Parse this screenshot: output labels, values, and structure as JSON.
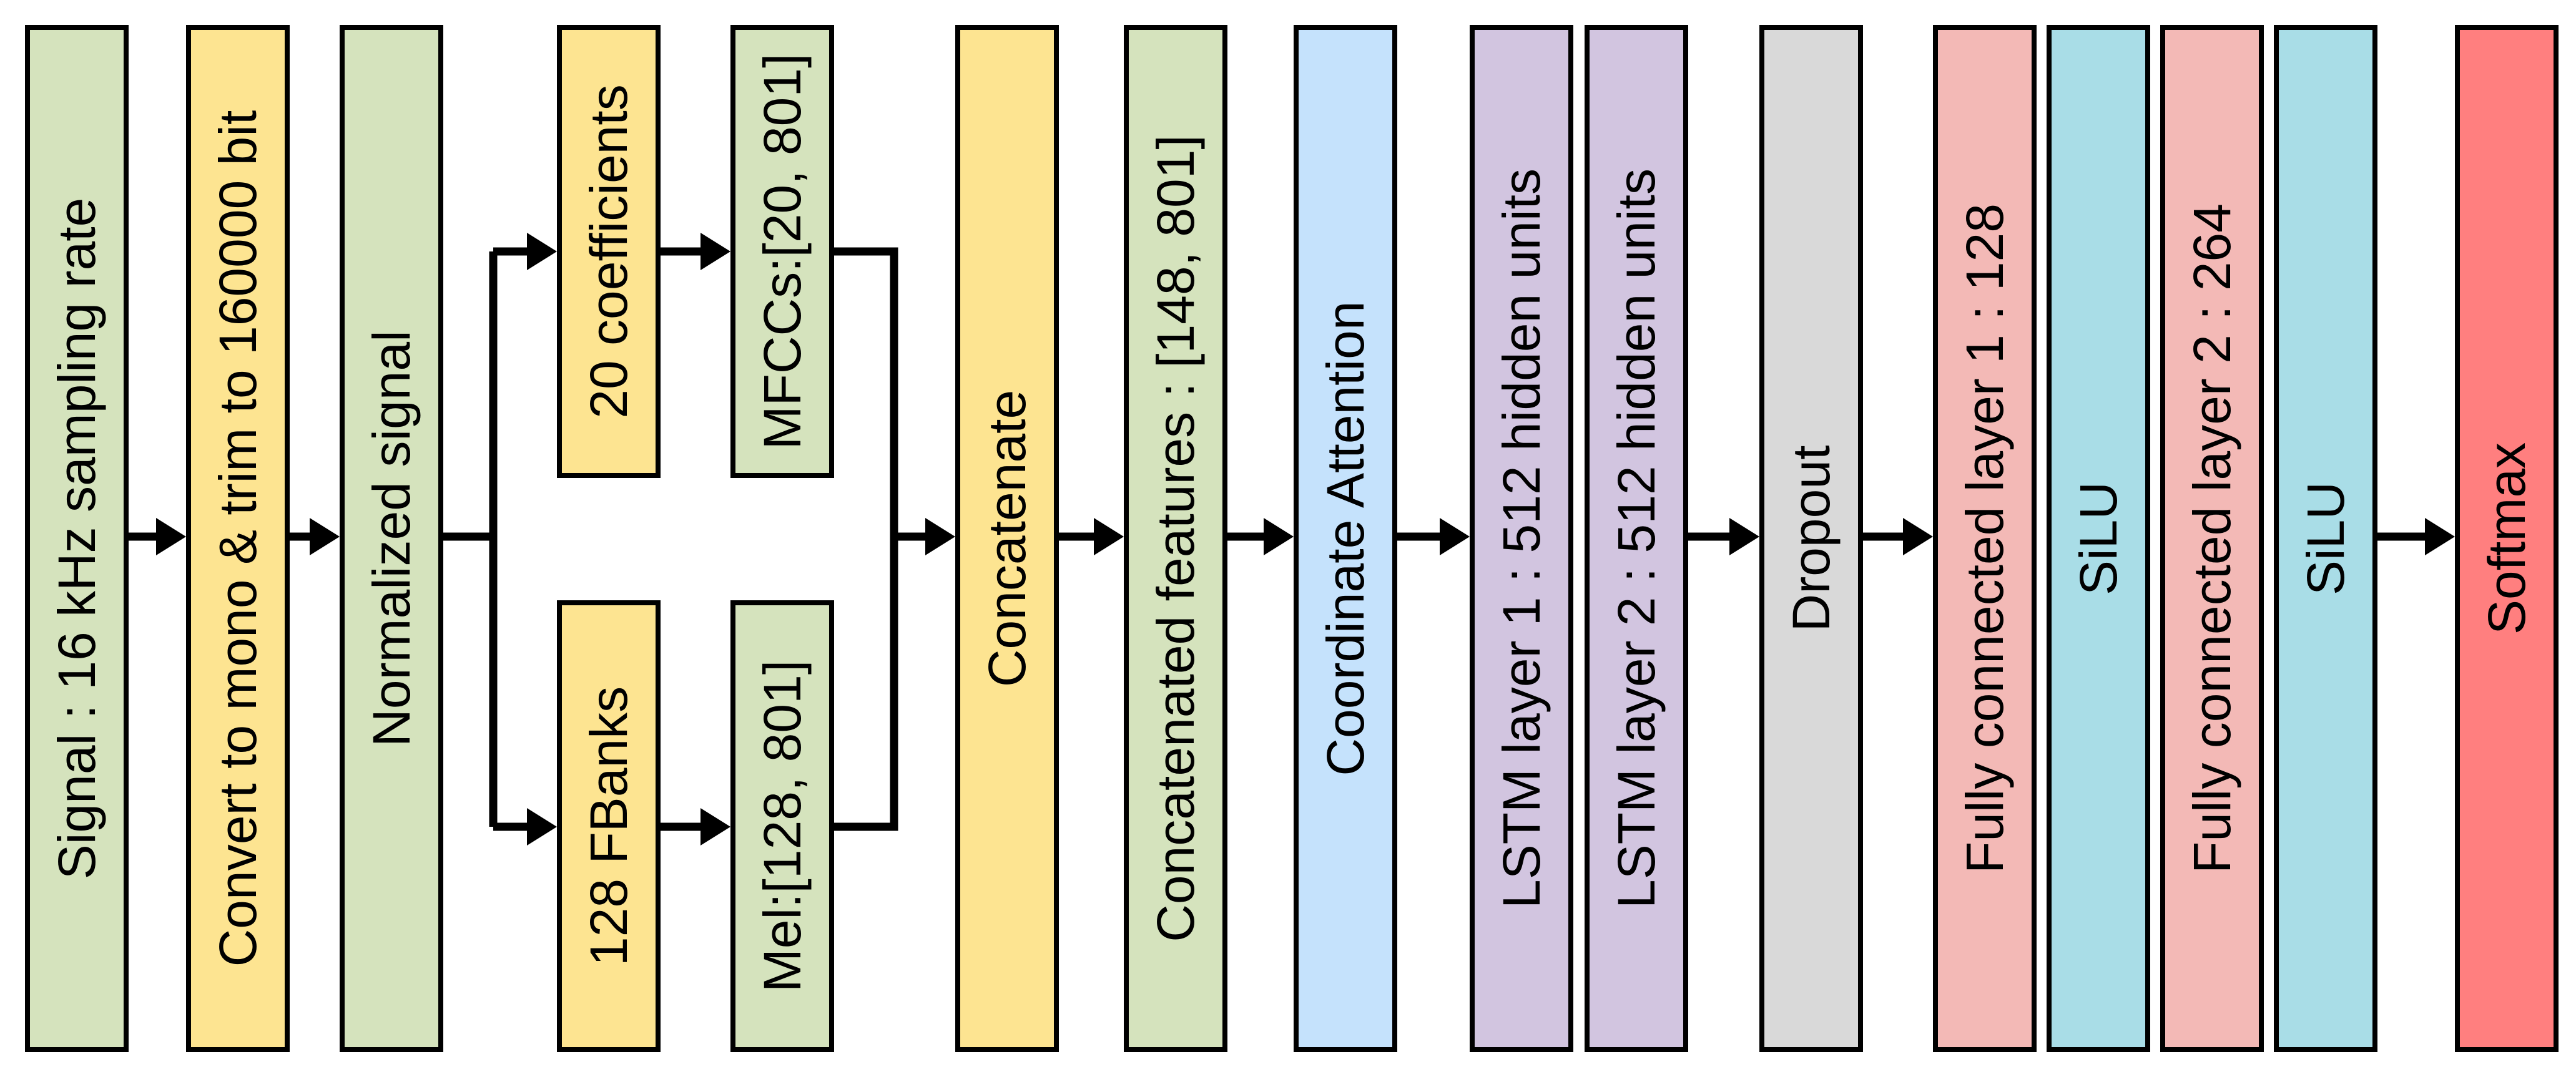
{
  "colors": {
    "green": "#d5e3bd",
    "yellow": "#fde491",
    "blue": "#c5e2fc",
    "purple": "#d2c5e0",
    "gray": "#d9d9d9",
    "pink": "#f3b9b6",
    "cyan": "#a9dde7",
    "red": "#ff7f7f"
  },
  "nodes": {
    "signal": {
      "label": "Signal : 16 kHz sampling rate",
      "color": "#d5e3bd"
    },
    "convert": {
      "label": "Convert to mono & trim to 160000 bit",
      "color": "#fde491"
    },
    "normalized": {
      "label": "Normalized signal",
      "color": "#d5e3bd"
    },
    "coefficients": {
      "label": "20 coefficients",
      "color": "#fde491"
    },
    "fbanks": {
      "label": "128 FBanks",
      "color": "#fde491"
    },
    "mfccs": {
      "label": "MFCCs:[20, 801]",
      "color": "#d5e3bd"
    },
    "mel": {
      "label": "Mel:[128, 801]",
      "color": "#d5e3bd"
    },
    "concatenate": {
      "label": "Concatenate",
      "color": "#fde491"
    },
    "concat_features": {
      "label": "Concatenated features : [148, 801]",
      "color": "#d5e3bd"
    },
    "coord_attention": {
      "label": "Coordinate Attention",
      "color": "#c5e2fc"
    },
    "lstm1": {
      "label": "LSTM layer 1 : 512 hidden units",
      "color": "#d2c5e0"
    },
    "lstm2": {
      "label": "LSTM layer 2 : 512 hidden units",
      "color": "#d2c5e0"
    },
    "dropout": {
      "label": "Dropout",
      "color": "#d9d9d9"
    },
    "fc1": {
      "label": "Fully connected layer 1 : 128",
      "color": "#f3b9b6"
    },
    "silu1": {
      "label": "SiLU",
      "color": "#a9dde7"
    },
    "fc2": {
      "label": "Fully connected layer 2 : 264",
      "color": "#f3b9b6"
    },
    "silu2": {
      "label": "SiLU",
      "color": "#a9dde7"
    },
    "softmax": {
      "label": "Softmax",
      "color": "#ff7f7f"
    }
  },
  "edges": [
    {
      "from": "signal",
      "to": "convert"
    },
    {
      "from": "convert",
      "to": "normalized"
    },
    {
      "from": "normalized",
      "to": "coefficients"
    },
    {
      "from": "normalized",
      "to": "fbanks"
    },
    {
      "from": "coefficients",
      "to": "mfccs"
    },
    {
      "from": "fbanks",
      "to": "mel"
    },
    {
      "from": "mfccs",
      "to": "concatenate"
    },
    {
      "from": "mel",
      "to": "concatenate"
    },
    {
      "from": "concatenate",
      "to": "concat_features"
    },
    {
      "from": "concat_features",
      "to": "coord_attention"
    },
    {
      "from": "coord_attention",
      "to": "lstm1"
    },
    {
      "from": "lstm2",
      "to": "dropout"
    },
    {
      "from": "dropout",
      "to": "fc1"
    },
    {
      "from": "silu2",
      "to": "softmax"
    }
  ]
}
